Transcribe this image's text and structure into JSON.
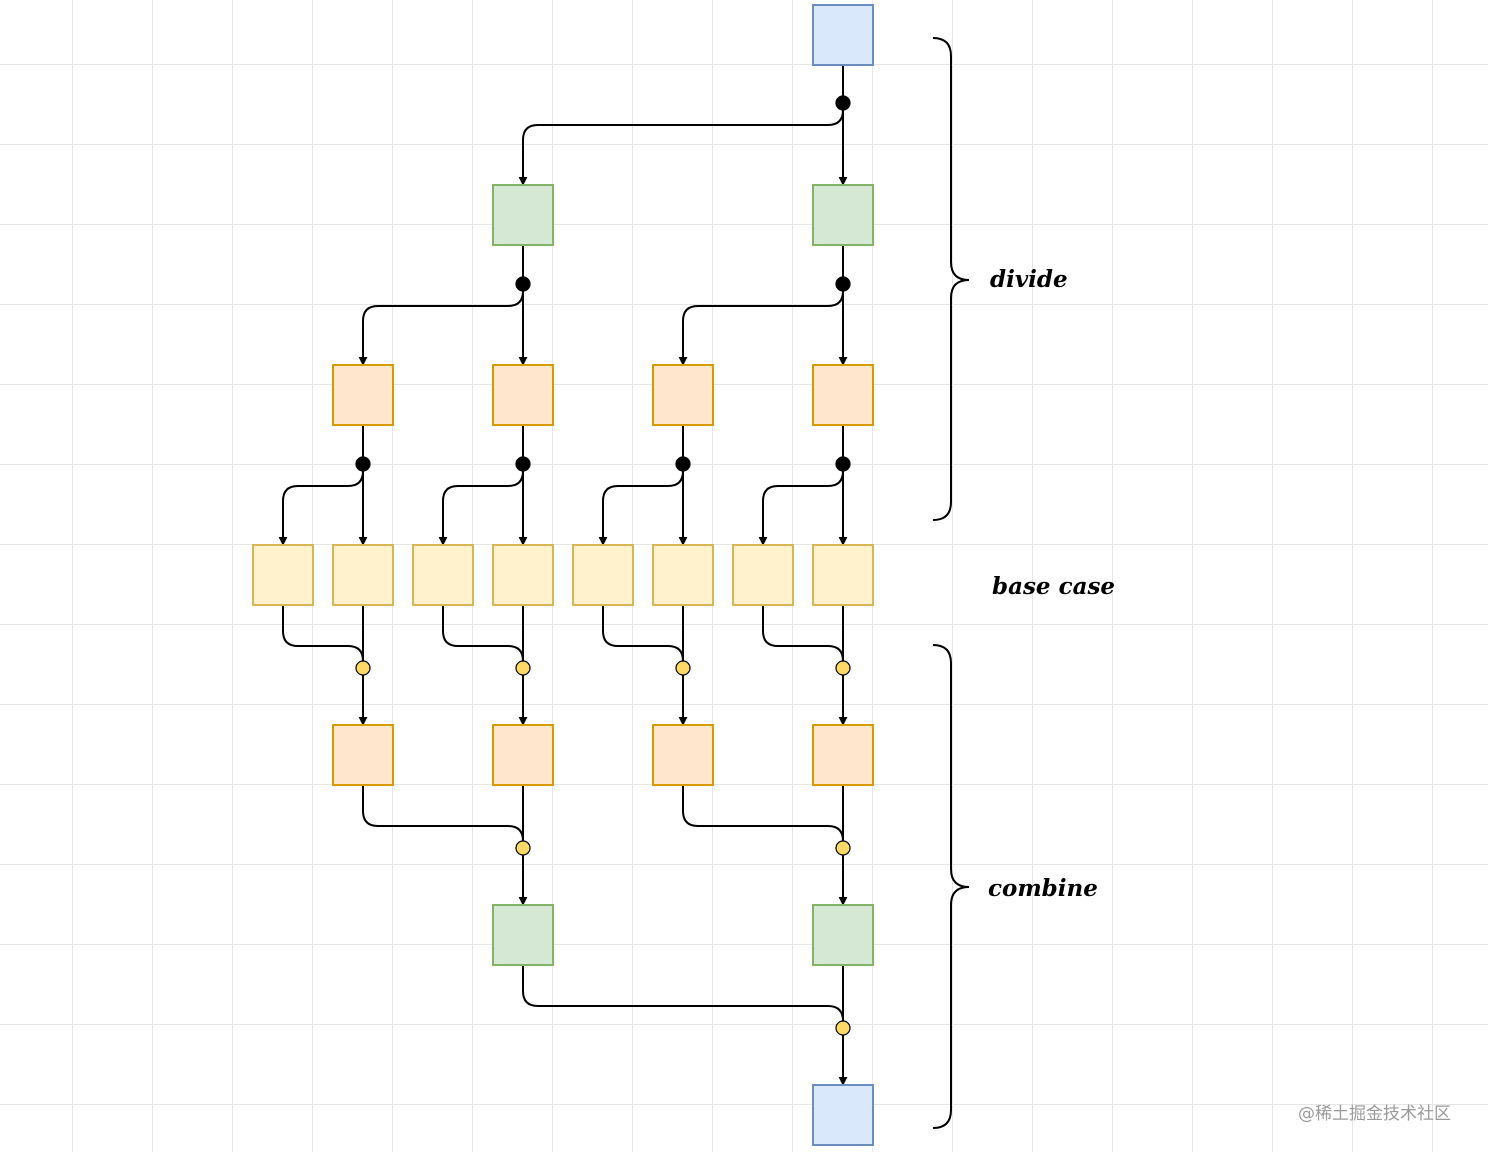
{
  "labels": {
    "divide": "divide",
    "base_case": "base case",
    "combine": "combine"
  },
  "watermark": "@稀土掘金技术社区",
  "colors": {
    "blue_fill": "#dae8fc",
    "blue_stroke": "#6c8ebf",
    "green_fill": "#d5e8d4",
    "green_stroke": "#82b366",
    "orange_fill": "#ffe6cc",
    "orange_stroke": "#d79b00",
    "yellow_fill": "#fff2cc",
    "yellow_stroke": "#d6b656",
    "combine_dot": "#ffd966",
    "edge": "#000000"
  }
}
